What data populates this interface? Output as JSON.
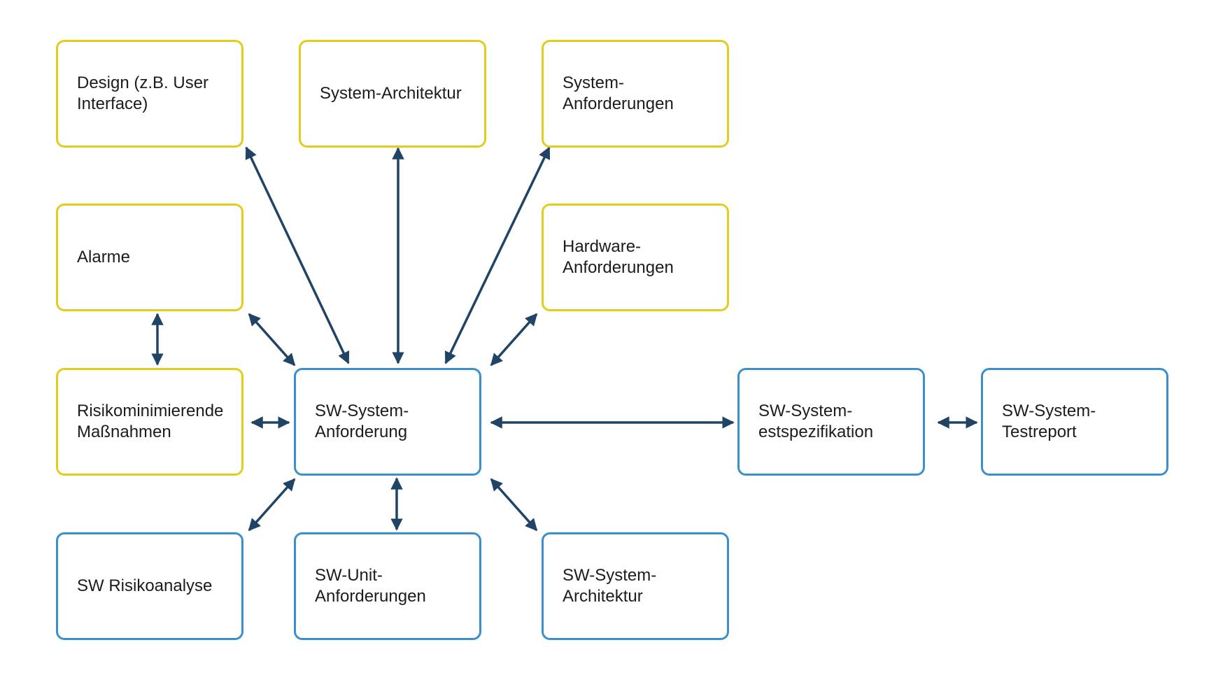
{
  "colors": {
    "outer_border": "#e3cc1c",
    "inner_border": "#3a8fd0",
    "arrow": "#1f4466",
    "text": "#1c1c1c"
  },
  "nodes": {
    "design": "Design (z.B. User\nInterface)",
    "system_architektur": "System-Architektur",
    "system_anforderungen": "System-\nAnforderungen",
    "alarme": "Alarme",
    "hardware_anforderungen": "Hardware-\nAnforderungen",
    "risikominimierende_massnahmen": "Risikominimierende\nMaßnahmen",
    "sw_system_anforderung": "SW-System-\nAnforderung",
    "sw_system_testspezifikation": "SW-System-\nestspezifikation",
    "sw_system_testreport": "SW-System-\nTestreport",
    "sw_risikoanalyse": "SW Risikoanalyse",
    "sw_unit_anforderungen": "SW-Unit-\nAnforderungen",
    "sw_system_architektur": "SW-System-\nArchitektur"
  },
  "edges": [
    [
      "sw_system_anforderung",
      "design"
    ],
    [
      "sw_system_anforderung",
      "system_architektur"
    ],
    [
      "sw_system_anforderung",
      "system_anforderungen"
    ],
    [
      "sw_system_anforderung",
      "alarme"
    ],
    [
      "sw_system_anforderung",
      "hardware_anforderungen"
    ],
    [
      "alarme",
      "risikominimierende_massnahmen"
    ],
    [
      "sw_system_anforderung",
      "risikominimierende_massnahmen"
    ],
    [
      "sw_system_anforderung",
      "sw_system_testspezifikation"
    ],
    [
      "sw_system_testspezifikation",
      "sw_system_testreport"
    ],
    [
      "sw_system_anforderung",
      "sw_risikoanalyse"
    ],
    [
      "sw_system_anforderung",
      "sw_unit_anforderungen"
    ],
    [
      "sw_system_anforderung",
      "sw_system_architektur"
    ]
  ]
}
